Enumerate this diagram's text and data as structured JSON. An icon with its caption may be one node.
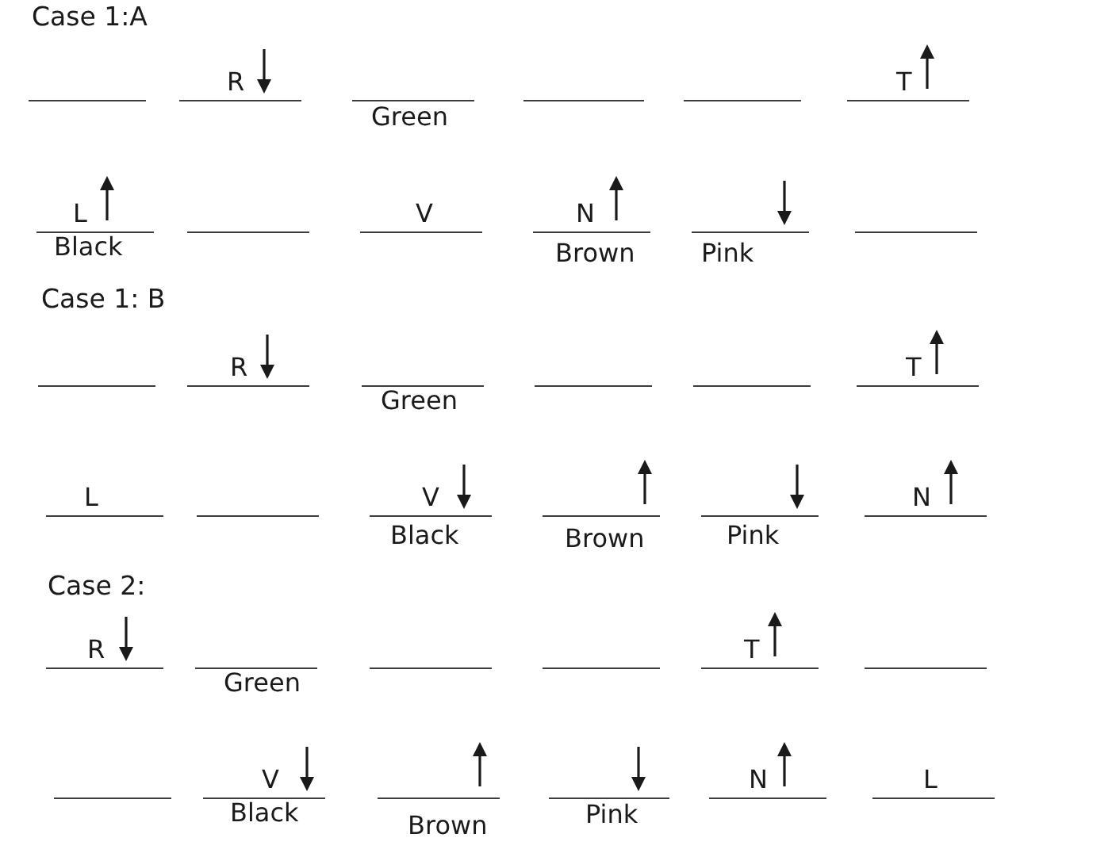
{
  "diagram": {
    "nodes": [
      {
        "text": [],
        "shape": "line"
      },
      {
        "text": [
          "R"
        ]
      },
      {
        "text": [],
        "shape": "line",
        "beside": [
          "Green"
        ]
      },
      {
        "text": [],
        "shape": "line"
      },
      {
        "text": [],
        "shape": "line"
      },
      {
        "text": [
          "T"
        ]
      },
      {
        "text": [
          "L"
        ],
        "beside": [
          "Black"
        ]
      },
      {
        "text": [],
        "shape": "line"
      },
      {
        "text": [
          "V"
        ]
      },
      {
        "text": [
          "N"
        ],
        "beside": [
          "Brown"
        ]
      },
      {
        "text": [],
        "shape": "line",
        "beside": [
          "Pink"
        ]
      },
      {
        "text": [],
        "shape": "line"
      },
      {
        "text": [],
        "shape": "line"
      },
      {
        "text": [
          "R"
        ]
      },
      {
        "text": [],
        "shape": "line",
        "beside": [
          "Green"
        ]
      },
      {
        "text": [],
        "shape": "line"
      },
      {
        "text": [],
        "shape": "line"
      },
      {
        "text": [
          "T"
        ]
      },
      {
        "text": [
          "L"
        ]
      },
      {
        "text": [],
        "shape": "line"
      },
      {
        "text": [
          "V"
        ],
        "beside": [
          "Black"
        ]
      },
      {
        "text": [],
        "shape": "line",
        "beside": [
          "Brown"
        ]
      },
      {
        "text": [],
        "shape": "line",
        "beside": [
          "Pink"
        ]
      },
      {
        "text": [
          "N"
        ]
      },
      {
        "text": [
          "R"
        ]
      },
      {
        "text": [],
        "shape": "line",
        "beside": [
          "Green"
        ]
      },
      {
        "text": [],
        "shape": "line"
      },
      {
        "text": [],
        "shape": "line"
      },
      {
        "text": [
          "T"
        ]
      },
      {
        "text": [],
        "shape": "line"
      },
      {
        "text": [],
        "shape": "line"
      },
      {
        "text": [
          "V"
        ],
        "beside": [
          "Black"
        ]
      },
      {
        "text": [],
        "shape": "line",
        "beside": [
          "Brown"
        ]
      },
      {
        "text": [],
        "shape": "line",
        "beside": [
          "Pink"
        ]
      },
      {
        "text": [
          "N"
        ]
      },
      {
        "text": [
          "L"
        ]
      }
    ],
    "labels": [
      "Case 1:A",
      "Case 1: B",
      "Case 2:"
    ]
  }
}
